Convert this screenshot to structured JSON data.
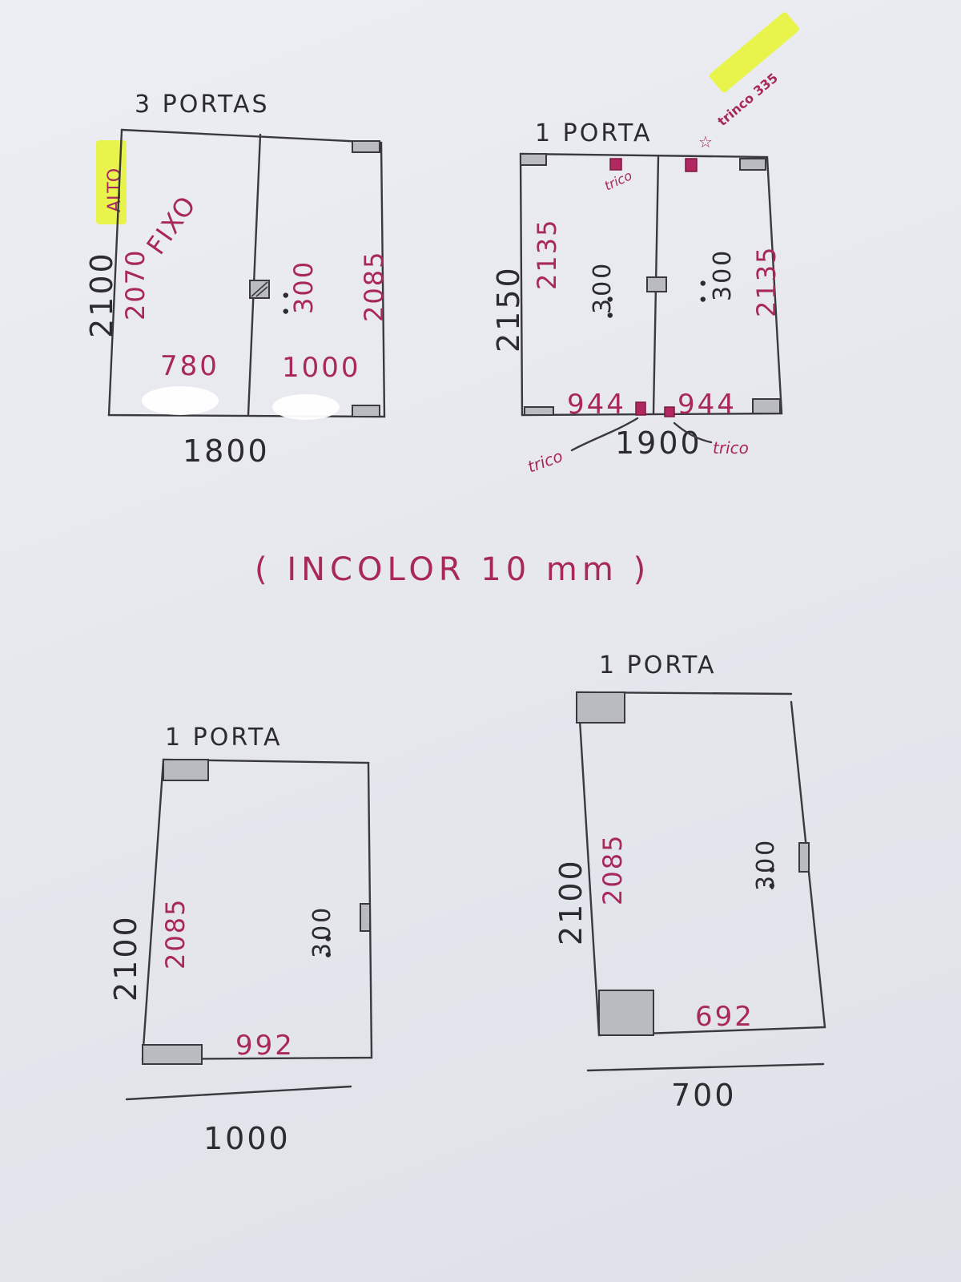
{
  "note": "( INCOLOR 10 mm )",
  "marks": {
    "dots": "• •",
    "star": "☆"
  },
  "sketch1": {
    "title": "3 PORTAS",
    "alto_label": "ALTO",
    "fixo_label": "FIXO",
    "height_total": "2100",
    "height_fixed": "2070",
    "height_right": "2085",
    "handle_offset": "300",
    "width_left": "780",
    "width_right": "1000",
    "width_total": "1800"
  },
  "sketch2": {
    "title": "1 PORTA",
    "trinco_label": "trinco 335",
    "trico_top": "trico",
    "height_total": "2150",
    "height_left": "2135",
    "height_right": "2135",
    "handle_offset_left": "300",
    "handle_offset_right": "300",
    "width_left": "944",
    "width_right": "944",
    "width_total": "1900",
    "trico_bottom_left": "trico",
    "trico_bottom_right": "trico"
  },
  "sketch3": {
    "title": "1 PORTA",
    "height_total": "2100",
    "height_inner": "2085",
    "handle_offset": "300",
    "width_inner": "992",
    "width_total": "1000"
  },
  "sketch4": {
    "title": "1 PORTA",
    "height_total": "2100",
    "height_inner": "2085",
    "handle_offset": "300",
    "width_inner": "692",
    "width_total": "700"
  }
}
